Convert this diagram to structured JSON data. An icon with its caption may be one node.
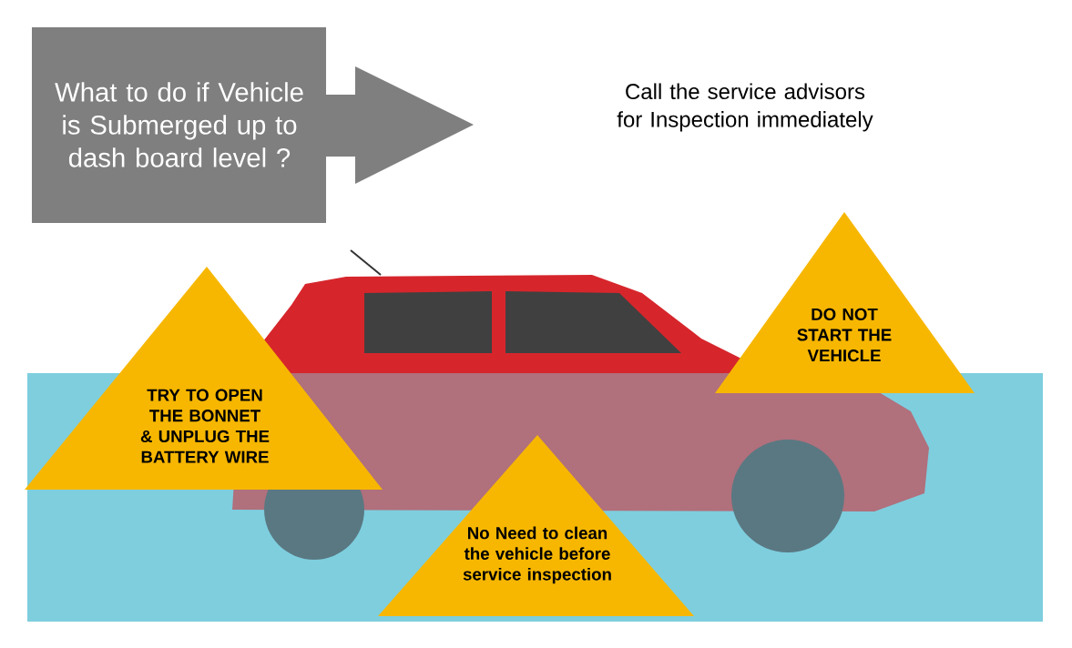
{
  "diagram": {
    "nodes": [
      {
        "text": [
          "What to do if Vehicle is Submerged up to dash board level ?"
        ]
      },
      {
        "text": [
          "TRY TO OPEN THE BONNET & UNPLUG THE BATTERY WIRE"
        ]
      },
      {
        "text": [
          "DO NOT START THE VEHICLE"
        ]
      },
      {
        "text": [
          "No Need to clean the vehicle before service inspection"
        ]
      }
    ],
    "labels": [
      "Call the service advisors for Inspection immediately"
    ]
  }
}
